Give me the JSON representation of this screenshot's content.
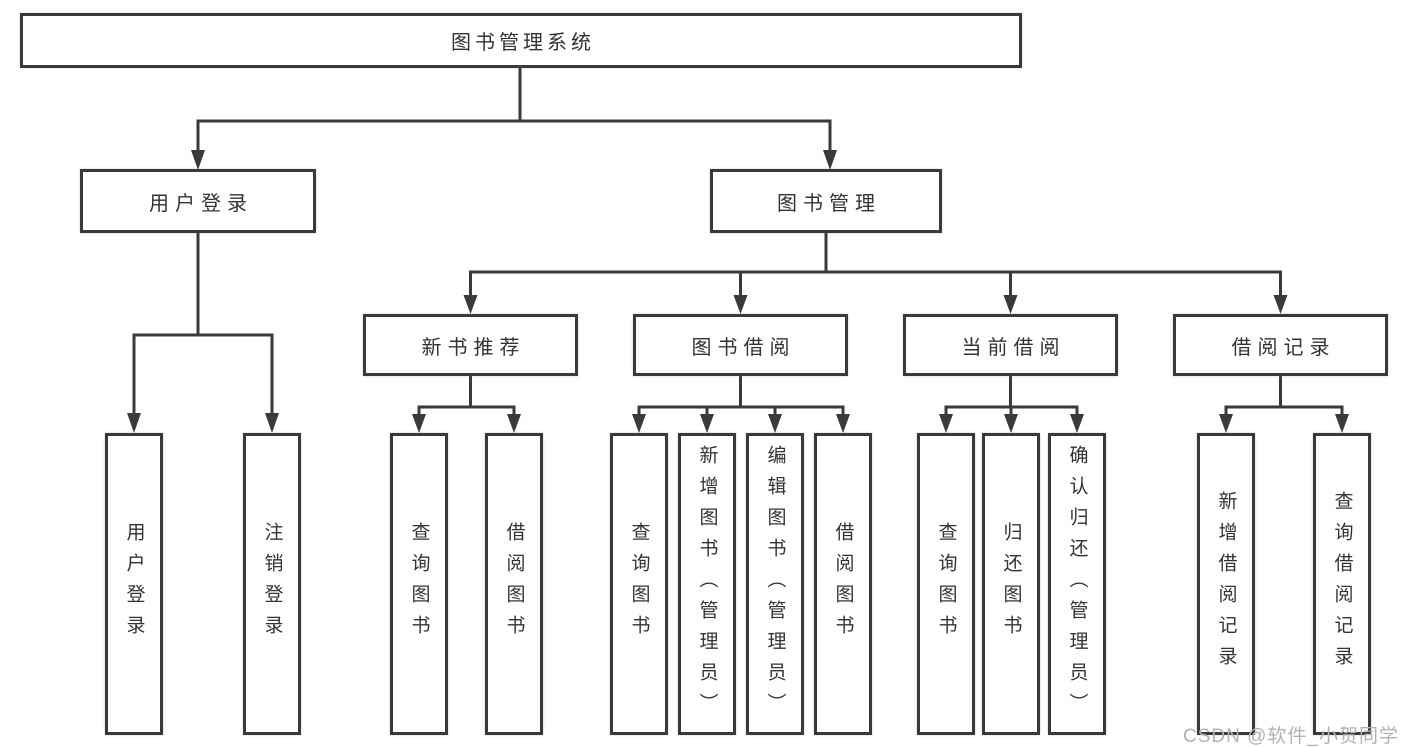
{
  "diagram": {
    "root": "图书管理系统",
    "branches": [
      {
        "label": "用户登录",
        "children": [
          {
            "label": "用户登录"
          },
          {
            "label": "注销登录"
          }
        ]
      },
      {
        "label": "图书管理",
        "children": [
          {
            "label": "新书推荐",
            "children": [
              {
                "label": "查询图书"
              },
              {
                "label": "借阅图书"
              }
            ]
          },
          {
            "label": "图书借阅",
            "children": [
              {
                "label": "查询图书"
              },
              {
                "label": "新增图书（管理员）"
              },
              {
                "label": "编辑图书（管理员）"
              },
              {
                "label": "借阅图书"
              }
            ]
          },
          {
            "label": "当前借阅",
            "children": [
              {
                "label": "查询图书"
              },
              {
                "label": "归还图书"
              },
              {
                "label": "确认归还（管理员）"
              }
            ]
          },
          {
            "label": "借阅记录",
            "children": [
              {
                "label": "新增借阅记录"
              },
              {
                "label": "查询借阅记录"
              }
            ]
          }
        ]
      }
    ]
  },
  "watermark": {
    "text": "CSDN @软件_小贺同学",
    "color": "#aeb2ba"
  },
  "colors": {
    "line": "#3a3a3a",
    "text": "#333333",
    "box_background": "#ffffff"
  }
}
